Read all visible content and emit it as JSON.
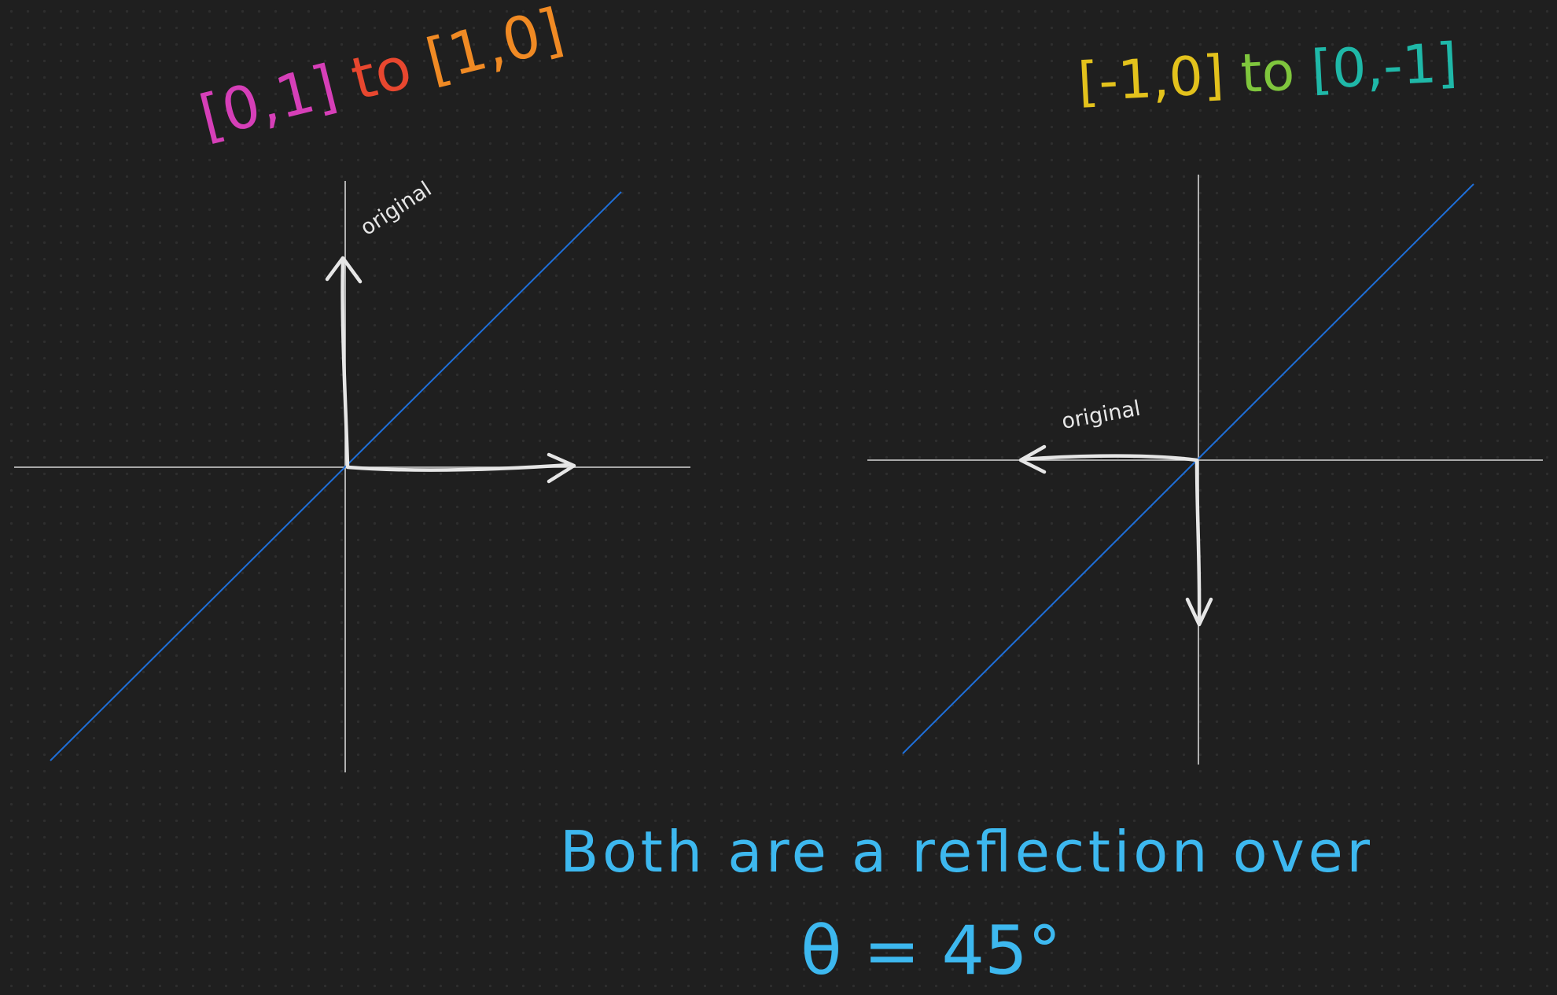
{
  "board": {
    "background": "#1f1f1f",
    "dot_color": "#2e2e2e",
    "axis_color": "#d6d6d6",
    "line_color": "#1e6fd9",
    "vector_color": "#e6e6e6"
  },
  "left_panel": {
    "heading": {
      "segments": [
        {
          "text": "[0,1]",
          "color": "#d63fb8"
        },
        {
          "text": " to ",
          "color": "#e8472f"
        },
        {
          "text": "[1,0]",
          "color": "#f08a24"
        }
      ]
    },
    "vector_label": "original"
  },
  "right_panel": {
    "heading": {
      "segments": [
        {
          "text": "[-1,0]",
          "color": "#e3c21c"
        },
        {
          "text": " to ",
          "color": "#7fc63d"
        },
        {
          "text": "[0,-1]",
          "color": "#1fb8a8"
        }
      ]
    },
    "vector_label": "original"
  },
  "caption": {
    "line1": "Both are a reflection over",
    "line2": "θ = 45°",
    "color": "#3db8ef"
  }
}
